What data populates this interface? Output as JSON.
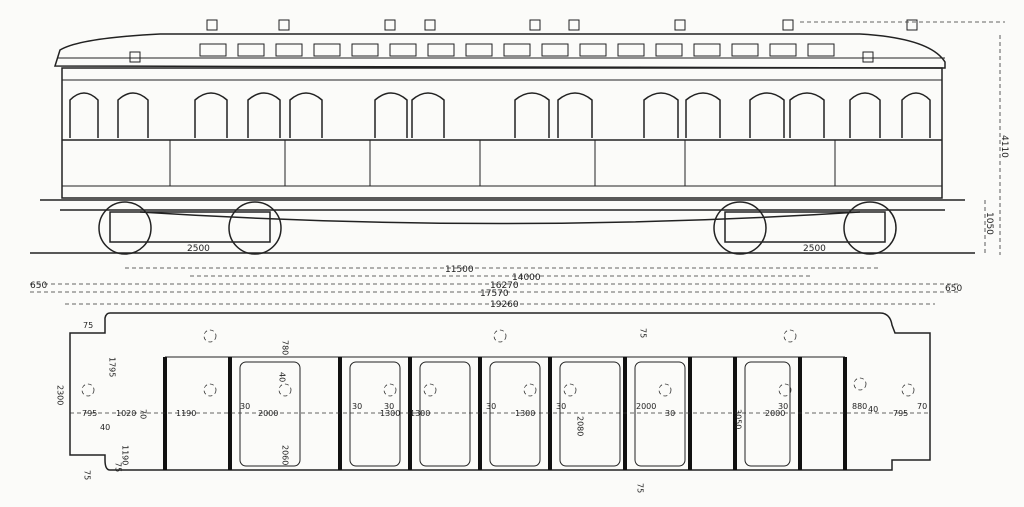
{
  "drawing": {
    "elevation_dims": [
      "2500",
      "2500",
      "11500",
      "14000",
      "650",
      "16270",
      "650",
      "17570",
      "4110",
      "1050"
    ],
    "plan_dims": [
      "19260",
      "75",
      "1795",
      "2300",
      "780",
      "40",
      "75",
      "795",
      "1020",
      "40",
      "1190",
      "75",
      "70",
      "1190",
      "30",
      "2000",
      "2060",
      "30",
      "1300",
      "30",
      "1300",
      "30",
      "1300",
      "30",
      "2080",
      "2000",
      "30",
      "3050",
      "2000",
      "30",
      "880",
      "40",
      "795",
      "70",
      "75",
      "75"
    ]
  }
}
